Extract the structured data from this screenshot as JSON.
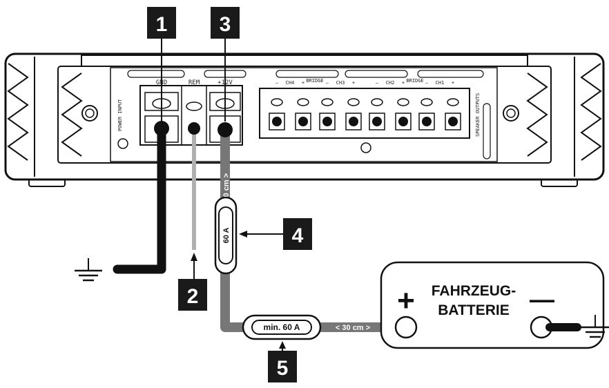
{
  "callouts": [
    "1",
    "2",
    "3",
    "4",
    "5"
  ],
  "amplifier": {
    "terminals": [
      "GND",
      "REM",
      "+12V"
    ],
    "power_input_label": "POWER INPUT",
    "speaker_outputs_label": "SPEAKER OUTPUTS",
    "bridge_label": "BRIDGE",
    "channels": [
      "CH4",
      "CH3",
      "CH2",
      "CH1"
    ],
    "minus_sign": "–",
    "plus_sign": "+"
  },
  "fuse_near": "60 A",
  "fuse_main": "min. 60 A",
  "distance_vertical": "< 30 cm >",
  "distance_horizontal": "< 30 cm >",
  "battery": {
    "line1": "FAHRZEUG-",
    "line2": "BATTERIE",
    "plus": "+",
    "minus": "—"
  },
  "colors": {
    "ground_cable": "#111111",
    "remote_cable": "#b0b0b0",
    "power_cable": "#777777",
    "callout_bg": "#1a1a1a"
  }
}
